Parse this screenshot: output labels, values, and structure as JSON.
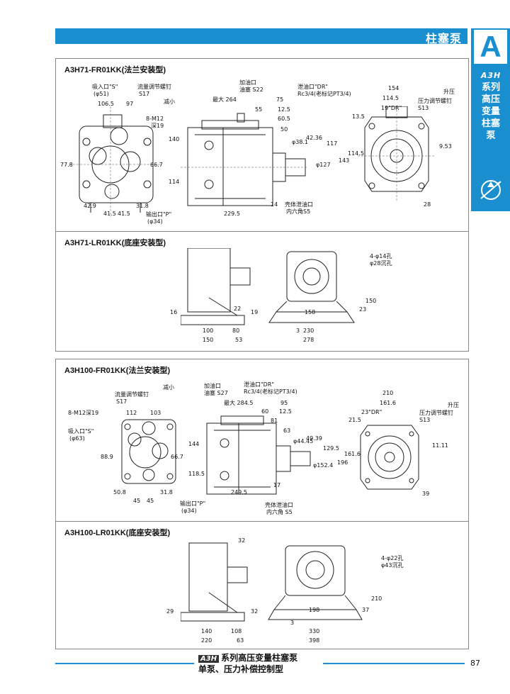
{
  "header": {
    "title": "柱塞泵"
  },
  "side_tab": {
    "letter": "A",
    "logo": "A3H",
    "series": "系列",
    "line1": "高压",
    "line2": "变量",
    "line3": "柱塞",
    "line4": "泵"
  },
  "sections": {
    "s1": {
      "title": "A3H71-FR01KK(法兰安装型)",
      "labels": {
        "suction": "吸入口\"S\"",
        "suction_dia": "(φ51)",
        "flow_adj": "流量调节螺钉",
        "s17": "S17",
        "decrease": "减小",
        "d106": "106.5",
        "d97": "97",
        "m12": "8-M12",
        "depth19": "深19",
        "d77": "77.8",
        "d667": "66.7",
        "d429": "42.9",
        "d415a": "41.5",
        "d415b": "41.5",
        "d318": "31.8",
        "outlet": "输出口\"P\"",
        "outlet_dia": "(φ34)",
        "oil_in": "加油口",
        "plug": "油塞 S22",
        "drain": "泄油口\"DR\"",
        "rc": "Rc3/4(老标记PT3/4)",
        "max264": "最大 264",
        "d75": "75",
        "d55": "55",
        "d125": "12.5",
        "d605": "60.5",
        "d50": "50",
        "d140": "140",
        "d114": "114",
        "d117": "117",
        "shaft1": "φ38.1",
        "shaft2": "42.36",
        "shaft3": "φ127",
        "d14": "14",
        "d2295": "229.5",
        "case_drain": "壳体泄油口",
        "hex": "内六角S5",
        "d154": "154",
        "d1145": "114.5",
        "dr19": "19\"DR\"",
        "d135": "13.5",
        "rise": "升压",
        "p_adj": "压力调节螺钉",
        "s13": "S13",
        "d953": "9.53",
        "d143": "143",
        "d1145v": "114.5",
        "d28": "28"
      }
    },
    "s2": {
      "title": "A3H71-LR01KK(底座安装型)",
      "labels": {
        "d16": "16",
        "d22": "22",
        "d19": "19",
        "d100": "100",
        "d80": "80",
        "d150": "150",
        "d53": "53",
        "holes": "4-φ14孔",
        "counter": "φ28沉孔",
        "d158": "158",
        "d3": "3",
        "d230": "230",
        "d278": "278",
        "d23": "23",
        "d150v": "150"
      }
    },
    "s3": {
      "title": "A3H100-FR01KK(法兰安装型)",
      "labels": {
        "decrease": "减小",
        "flow_adj": "流量调节螺钉",
        "s17": "S17",
        "m12": "8-M12深19",
        "d112": "112",
        "d103": "103",
        "suction": "吸入口\"S\"",
        "suction_dia": "(φ63)",
        "d889": "88.9",
        "d667": "66.7",
        "d508": "50.8",
        "d45a": "45",
        "d45b": "45",
        "d318": "31.8",
        "outlet": "输出口\"P\"",
        "outlet_dia": "(φ34)",
        "oil_in": "加油口",
        "plug": "油塞 S27",
        "drain": "泄油口\"DR\"",
        "rc": "Rc3/4(老标记PT3/4)",
        "max2845": "最大 284.5",
        "d95": "95",
        "d60": "60",
        "d125": "12.5",
        "d81": "81",
        "d63": "63",
        "d144": "144",
        "d1185": "118.5",
        "d1295": "129.5",
        "shaft1": "φ44.45",
        "shaft2": "49.39",
        "shaft3": "φ152.4",
        "d17": "17",
        "d2495": "249.5",
        "case_drain": "壳体泄油口",
        "hex": "内六角 S5",
        "d210": "210",
        "d1616": "161.6",
        "dr23": "23\"DR\"",
        "d215": "21.5",
        "rise": "升压",
        "p_adj": "压力调节螺钉",
        "s13": "S13",
        "d1111": "11.11",
        "d196": "196",
        "d1616v": "161.6",
        "d39": "39"
      }
    },
    "s4": {
      "title": "A3H100-LR01KK(底座安装型)",
      "labels": {
        "d29": "29",
        "d32": "32",
        "d32v": "32",
        "d140": "140",
        "d108": "108",
        "d220": "220",
        "d63": "63",
        "holes": "4-φ22孔",
        "counter": "φ43沉孔",
        "d198": "198",
        "d3": "3",
        "d330": "330",
        "d398": "398",
        "d37": "37",
        "d210": "210"
      }
    }
  },
  "footer": {
    "logo": "A3H",
    "line1": "系列高压变量柱塞泵",
    "line2": "单泵、压力补偿控制型",
    "page": "87"
  },
  "colors": {
    "accent": "#1a8fd0"
  }
}
